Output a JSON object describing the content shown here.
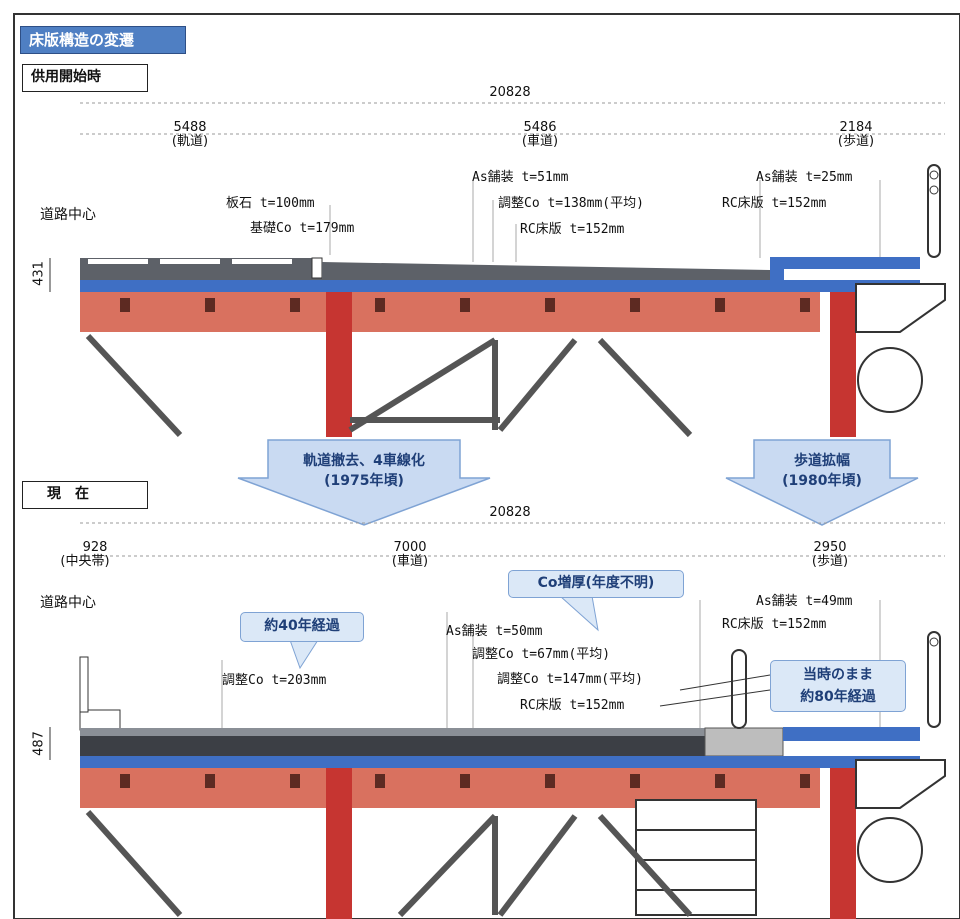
{
  "title": "床版構造の変遷",
  "section_top": {
    "label": "供用開始時"
  },
  "section_bottom": {
    "label": "現　在"
  },
  "top": {
    "total": "20828",
    "dims": [
      {
        "value": "5488",
        "name": "(軌道)"
      },
      {
        "value": "5486",
        "name": "(車道)"
      },
      {
        "value": "2184",
        "name": "(歩道)"
      }
    ],
    "road_center": "道路中心",
    "height": "431",
    "notes": {
      "stone": "板石 t=100mm",
      "base": "基礎Co t=179mm",
      "as": "As舗装 t=51mm",
      "adj": "調整Co t=138mm(平均)",
      "rc": "RC床版 t=152mm",
      "walk_as": "As舗装 t=25mm",
      "walk_rc": "RC床版 t=152mm"
    }
  },
  "arrows": {
    "left_line1": "軌道撤去、4車線化",
    "left_line2": "(1975年頃)",
    "right_line1": "歩道拡幅",
    "right_line2": "(1980年頃)"
  },
  "bottom": {
    "total": "20828",
    "dims": [
      {
        "value": "928",
        "name": "(中央帯)"
      },
      {
        "value": "7000",
        "name": "(車道)"
      },
      {
        "value": "2950",
        "name": "(歩道)"
      }
    ],
    "road_center": "道路中心",
    "height": "487",
    "notes": {
      "adj_left": "調整Co t=203mm",
      "as": "As舗装 t=50mm",
      "adj1": "調整Co t=67mm(平均)",
      "adj2": "調整Co t=147mm(平均)",
      "rc": "RC床版 t=152mm",
      "walk_as": "As舗装 t=49mm",
      "walk_rc": "RC床版 t=152mm"
    },
    "callouts": {
      "years40": "約40年経過",
      "thicken": "Co増厚(年度不明)",
      "asis_line1": "当時のまま",
      "asis_line2": "約80年経過"
    }
  },
  "colors": {
    "girder": "#d9715f",
    "girder_dark": "#b84c3d",
    "slab_blue": "#3f6fc4",
    "deck_grey": "#5d6168",
    "pier_red": "#c63531",
    "callout_fill": "#dbe8f7",
    "arrow_fill": "#c9daf2"
  }
}
